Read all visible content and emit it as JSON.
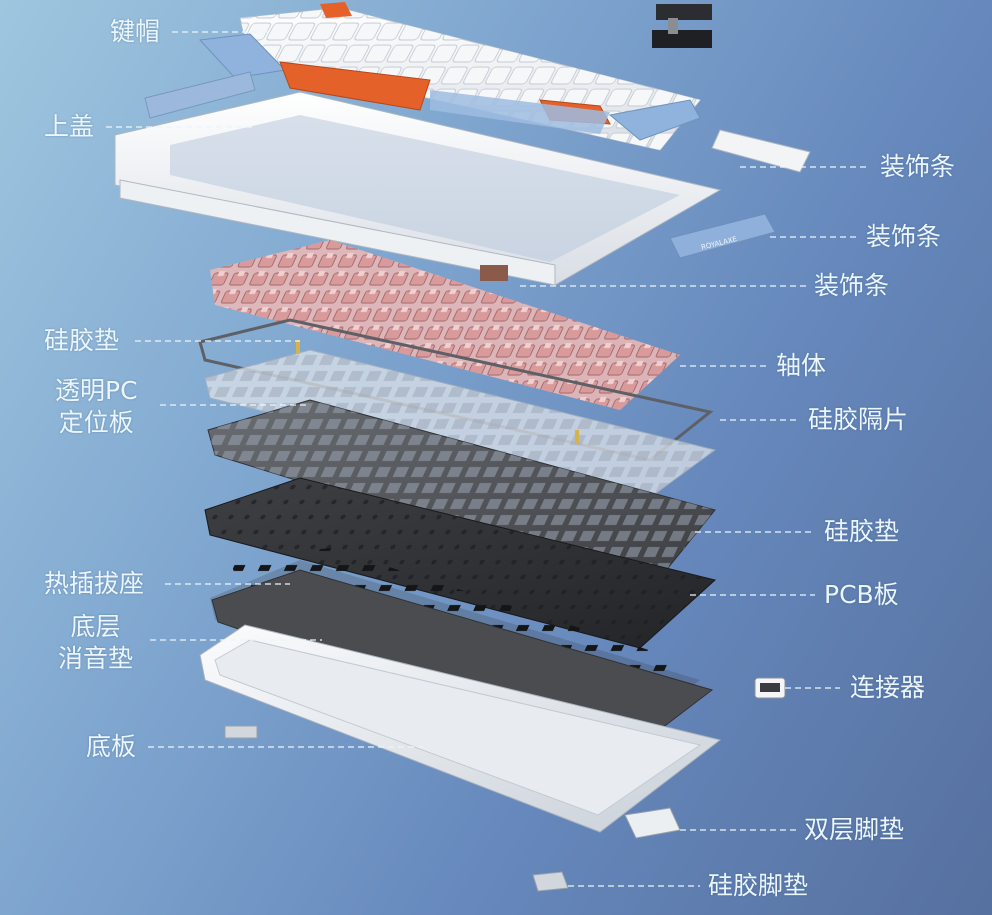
{
  "callouts": {
    "keycaps": "键帽",
    "top_cover": "上盖",
    "trim_1": "装饰条",
    "trim_2": "装饰条",
    "trim_3": "装饰条",
    "silicone_pad_top": "硅胶垫",
    "switches": "轴体",
    "pc_plate_line1": "透明PC",
    "pc_plate_line2": "定位板",
    "silicone_separator": "硅胶隔片",
    "silicone_pad_mid": "硅胶垫",
    "hotswap_sockets": "热插拔座",
    "pcb": "PCB板",
    "bottom_foam_line1": "底层",
    "bottom_foam_line2": "消音垫",
    "connector": "连接器",
    "bottom_case": "底板",
    "dual_layer_feet": "双层脚垫",
    "silicone_feet": "硅胶脚垫"
  },
  "trim_bar_text": "ROYALAXE",
  "colors": {
    "label": "#eaf6fb",
    "keycap_white": "#f3f5f7",
    "keycap_blue": "#8fb3dc",
    "keycap_orange": "#e4622a",
    "switch_pink": "#d89a9a",
    "plate_dark": "#4a4d52",
    "pcb_dark": "#2f3134"
  }
}
